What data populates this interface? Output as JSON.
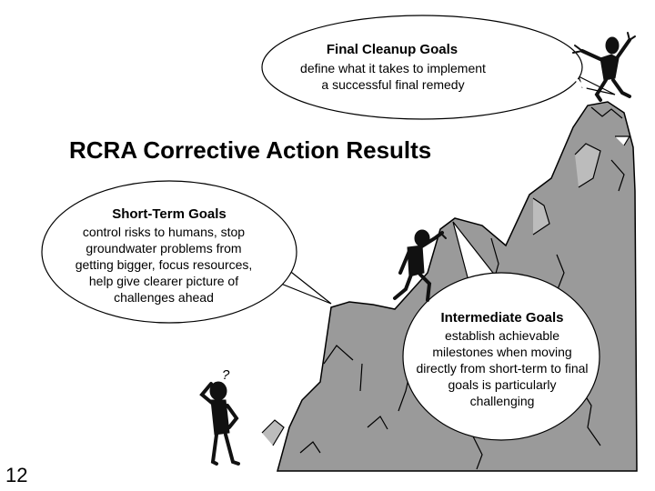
{
  "title": "RCRA Corrective Action Results",
  "slide_number": "12",
  "figure_question_mark": "?",
  "bubbles": {
    "final": {
      "heading": "Final Cleanup Goals",
      "lines": [
        "define what it takes to implement",
        "a successful final remedy"
      ]
    },
    "short_term": {
      "heading": "Short-Term Goals",
      "lines": [
        "control risks to humans, stop",
        "groundwater problems from",
        "getting bigger, focus resources,",
        "help give clearer picture of",
        "challenges ahead"
      ]
    },
    "intermediate": {
      "heading": "Intermediate Goals",
      "lines": [
        "establish achievable",
        "milestones when moving",
        "directly from short-term to final",
        "goals is particularly",
        "challenging"
      ]
    }
  },
  "colors": {
    "mountain": "#9a9a9a",
    "bubble_fill": "#ffffff",
    "outline": "#000000",
    "figure": "#111111"
  }
}
